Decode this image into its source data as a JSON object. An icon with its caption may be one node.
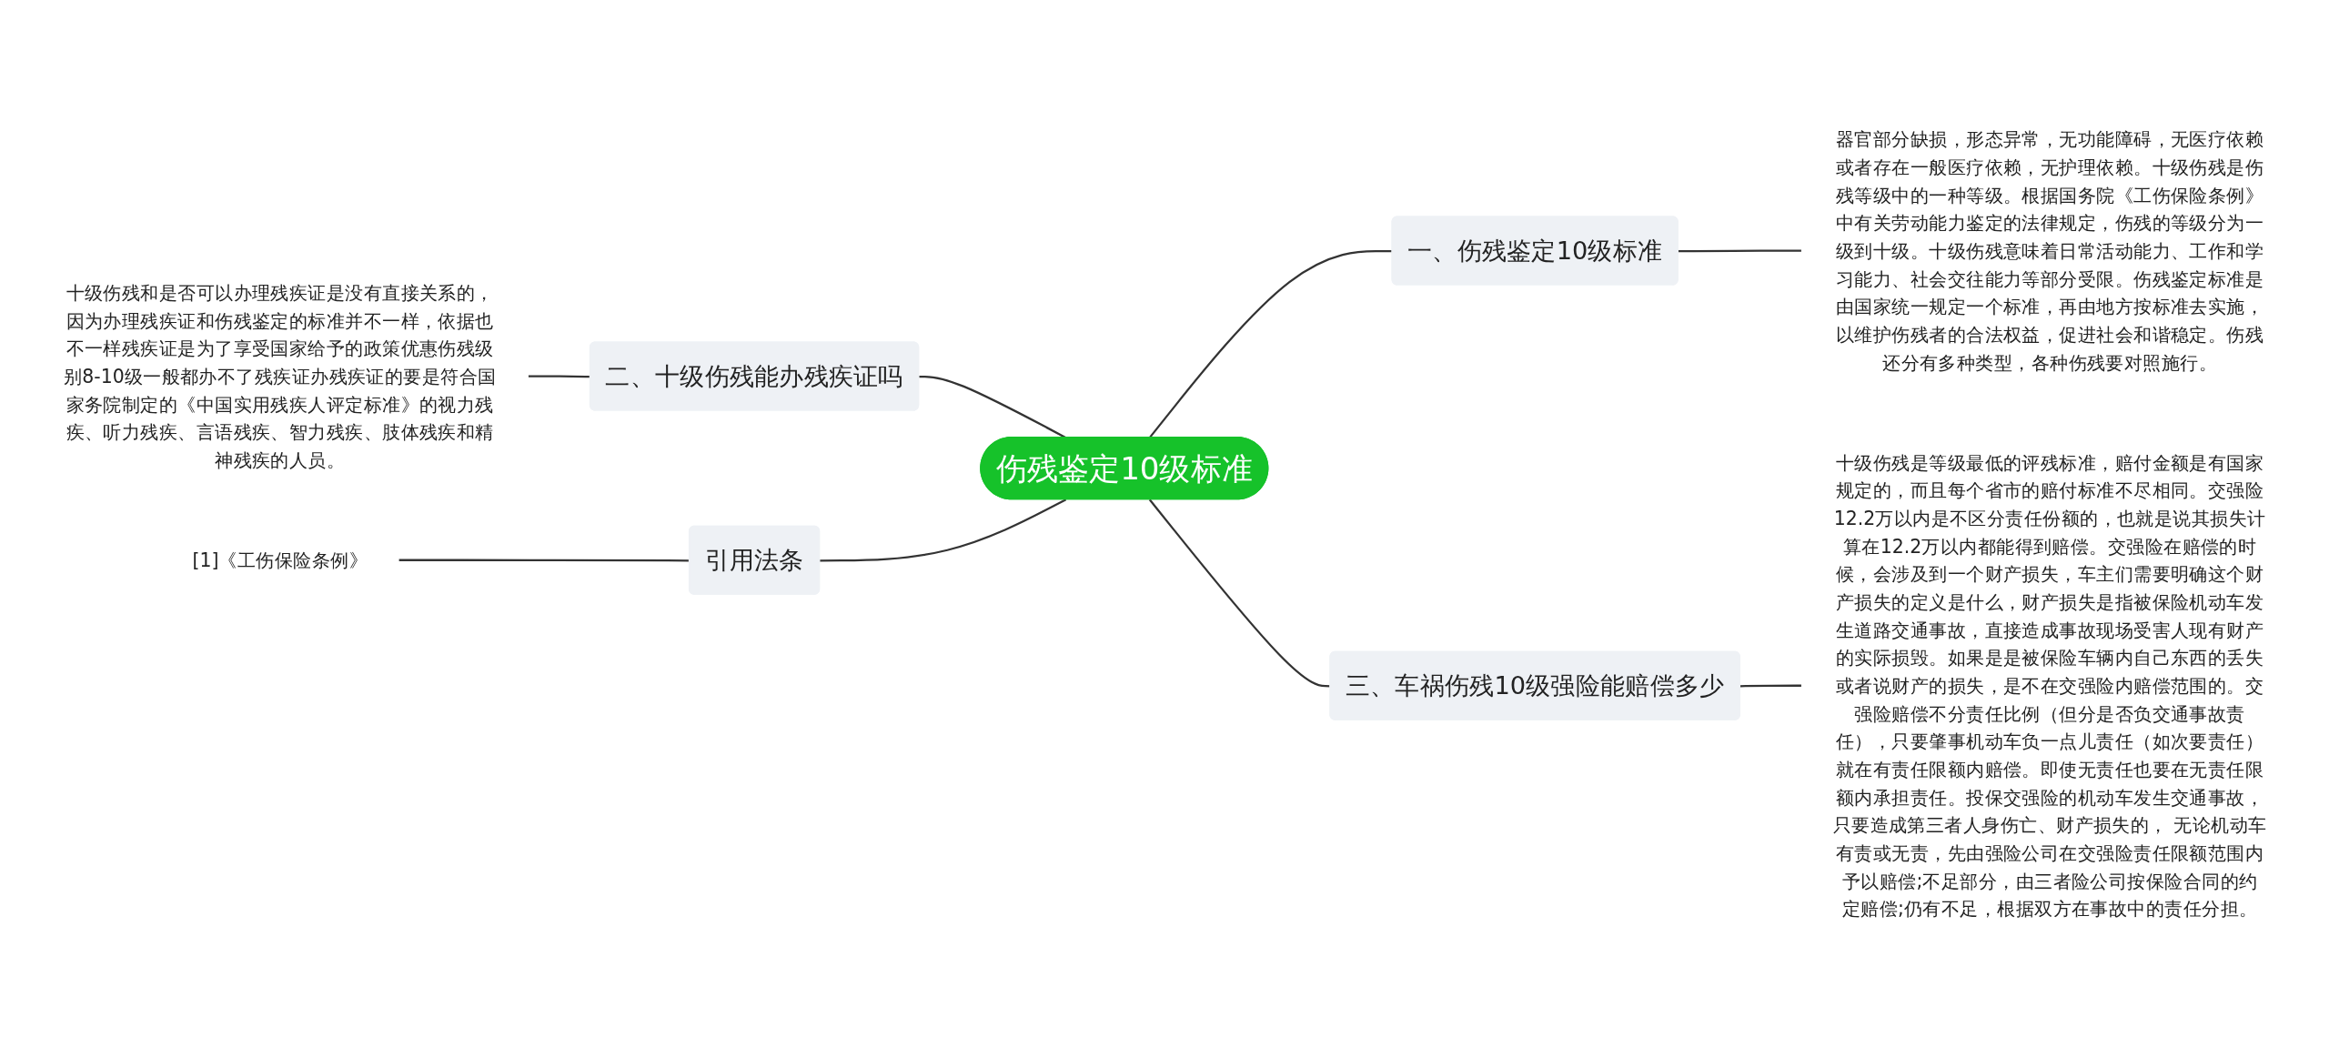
{
  "diagram": {
    "nodes": [
      {
        "text": [
          "伤残鉴定10级标准"
        ]
      },
      {
        "text": [
          "一、伤残鉴定10级标准"
        ]
      },
      {
        "text": [
          "器官部分缺损，形态异常，无功能障碍，无医疗依赖或者存在一般医疗依赖，无护理依赖。十级伤残是伤残等级中的一种等级。根据国务院《工伤保险条例》中有关劳动能力鉴定的法律规定，伤残的等级分为一级到十级。十级伤残意味着日常活动能力、工作和学习能力、社会交往能力等部分受限。伤残鉴定标准是由国家统一规定一个标准，再由地方按标准去实施，以维护伤残者的合法权益，促进社会和谐稳定。伤残还分有多种类型，各种伤残要对照施行。"
        ]
      },
      {
        "text": [
          "二、十级伤残能办残疾证吗"
        ]
      },
      {
        "text": [
          "十级伤残和是否可以办理残疾证是没有直接关系的，因为办理残疾证和伤残鉴定的标准并不一样，依据也不一样残疾证是为了享受国家给予的政策优惠伤残级别8-10级一般都办不了残疾证办残疾证的要是符合国家务院制定的《中国实用残疾人评定标准》的视力残疾、听力残疾、言语残疾、智力残疾、肢体残疾和精神残疾的人员。"
        ]
      },
      {
        "text": [
          "引用法条"
        ]
      },
      {
        "text": [
          "[1]《工伤保险条例》"
        ]
      },
      {
        "text": [
          "三、车祸伤残10级强险能赔偿多少"
        ]
      },
      {
        "text": [
          "十级伤残是等级最低的评残标准，赔付金额是有国家规定的，而且每个省市的赔付标准不尽相同。交强险12.2万以内是不区分责任份额的，也就是说其损失计算在12.2万以内都能得到赔偿。交强险在赔偿的时候，会涉及到一个财产损失，车主们需要明确这个财产损失的定义是什么，财产损失是指被保险机动车发生道路交通事故，直接造成事故现场受害人现有财产的实际损毁。如果是是被保险车辆内自己东西的丢失或者说财产的损失，是不在交强险内赔偿范围的。交强险赔偿不分责任比例（但分是否负交通事故责任），只要肇事机动车负一点儿责任（如次要责任）就在有责任限额内赔偿。即使无责任也要在无责任限额内承担责任。投保交强险的机动车发生交通事故，只要造成第三者人身伤亡、财产损失的， 无论机动车有责或无责，先由强险公司在交强险责任限额范围内予以赔偿;不足部分，由三者险公司按保险合同的约定赔偿;仍有不足，根据双方在事故中的责任分担。"
        ]
      }
    ],
    "edges": [
      {
        "from": 0,
        "to": 1,
        "arrow": "none"
      },
      {
        "from": 1,
        "to": 2,
        "arrow": "none"
      },
      {
        "from": 0,
        "to": 3,
        "arrow": "none"
      },
      {
        "from": 3,
        "to": 4,
        "arrow": "none"
      },
      {
        "from": 0,
        "to": 5,
        "arrow": "none"
      },
      {
        "from": 5,
        "to": 6,
        "arrow": "none"
      },
      {
        "from": 0,
        "to": 7,
        "arrow": "none"
      },
      {
        "from": 7,
        "to": 8,
        "arrow": "none"
      }
    ]
  }
}
